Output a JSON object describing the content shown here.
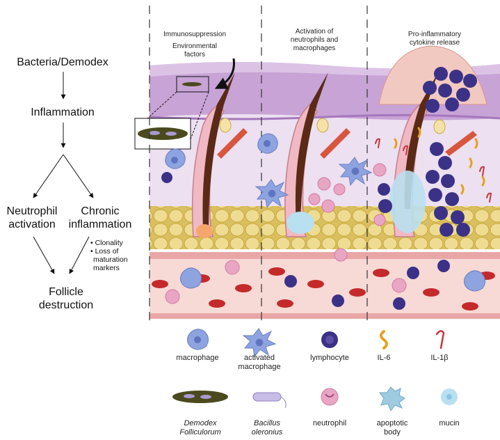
{
  "flowchart": {
    "step1": "Bacteria/Demodex",
    "step2": "Inflammation",
    "branch_left": [
      "Neutrophil",
      "activation"
    ],
    "branch_right": [
      "Chronic",
      "inflammation"
    ],
    "branch_right_notes": [
      "• Clonality",
      "• Loss of",
      "maturation",
      "markers"
    ],
    "outcome": [
      "Follicle",
      "destruction"
    ]
  },
  "panels": {
    "panel1_label_a": "Immunosuppression",
    "panel1_label_b": [
      "Environmental",
      "factors"
    ],
    "panel2_label": [
      "Activation of",
      "neutrophils and",
      "macrophages"
    ],
    "panel3_label": [
      "Pro-inflammatory",
      "cytokine release"
    ]
  },
  "legend": {
    "row1": [
      {
        "icon": "macrophage-icon",
        "label": [
          "macrophage"
        ],
        "color": "#8ea4e0"
      },
      {
        "icon": "activated-macrophage-icon",
        "label": [
          "activated",
          "macrophage"
        ],
        "color": "#8ea4e0"
      },
      {
        "icon": "lymphocyte-icon",
        "label": [
          "lymphocyte"
        ],
        "color": "#3b3287"
      },
      {
        "icon": "il6-icon",
        "label": [
          "IL-6"
        ],
        "color": "#e8a020"
      },
      {
        "icon": "il1b-icon",
        "label": [
          "IL-1β"
        ],
        "color": "#c8343c"
      }
    ],
    "row2": [
      {
        "icon": "demodex-icon",
        "label": [
          "Demodex",
          "Folliculorum"
        ],
        "italic": true,
        "color": "#4a4a1e"
      },
      {
        "icon": "bacillus-icon",
        "label": [
          "Bacillus",
          "oleronius"
        ],
        "italic": true,
        "color": "#a99ad0"
      },
      {
        "icon": "neutrophil-icon",
        "label": [
          "neutrophil"
        ],
        "color": "#e9a6c4"
      },
      {
        "icon": "apoptotic-body-icon",
        "label": [
          "apoptotic",
          "body"
        ],
        "color": "#9fcbe0"
      },
      {
        "icon": "mucin-icon",
        "label": [
          "mucin"
        ],
        "color": "#b9e0f0"
      }
    ]
  },
  "colors": {
    "epidermis": "#c9a6d6",
    "dermis": "#ecdff0",
    "fat": "#e6cf76",
    "vessel": "#f6d6d3",
    "hair": "#5a2a16"
  }
}
